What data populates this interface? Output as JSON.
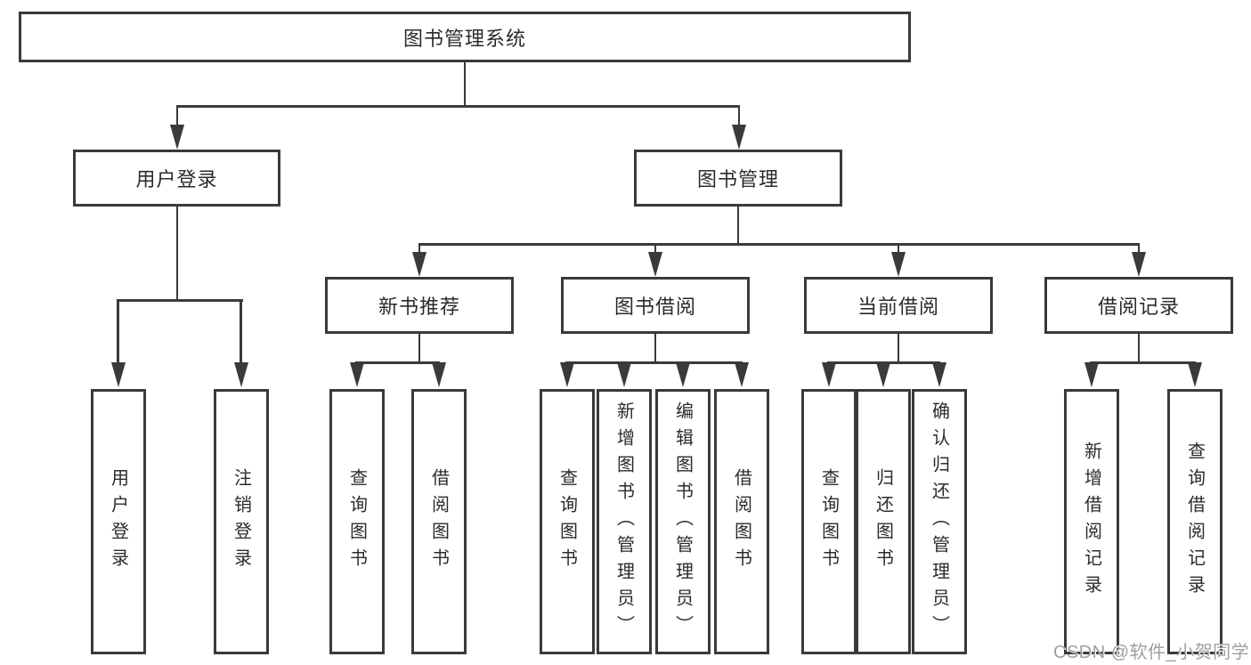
{
  "root": {
    "label": "图书管理系统"
  },
  "level2": {
    "user_login": "用户登录",
    "book_mgmt": "图书管理"
  },
  "level3": {
    "new_books": "新书推荐",
    "borrowing": "图书借阅",
    "current": "当前借阅",
    "records": "借阅记录"
  },
  "leaves": {
    "user_login": [
      "用户登录",
      "注销登录"
    ],
    "new_books": [
      "查询图书",
      "借阅图书"
    ],
    "borrowing": [
      "查询图书",
      "新增图书（管理员）",
      "编辑图书（管理员）",
      "借阅图书"
    ],
    "current": [
      "查询图书",
      "归还图书",
      "确认归还（管理员）"
    ],
    "records": [
      "新增借阅记录",
      "查询借阅记录"
    ]
  },
  "watermark": "CSDN @软件_小贺同学",
  "colors": {
    "line": "#3a3a3a",
    "text": "#2b2b2b",
    "watermark": "#9f9f9f",
    "background": "#ffffff"
  }
}
